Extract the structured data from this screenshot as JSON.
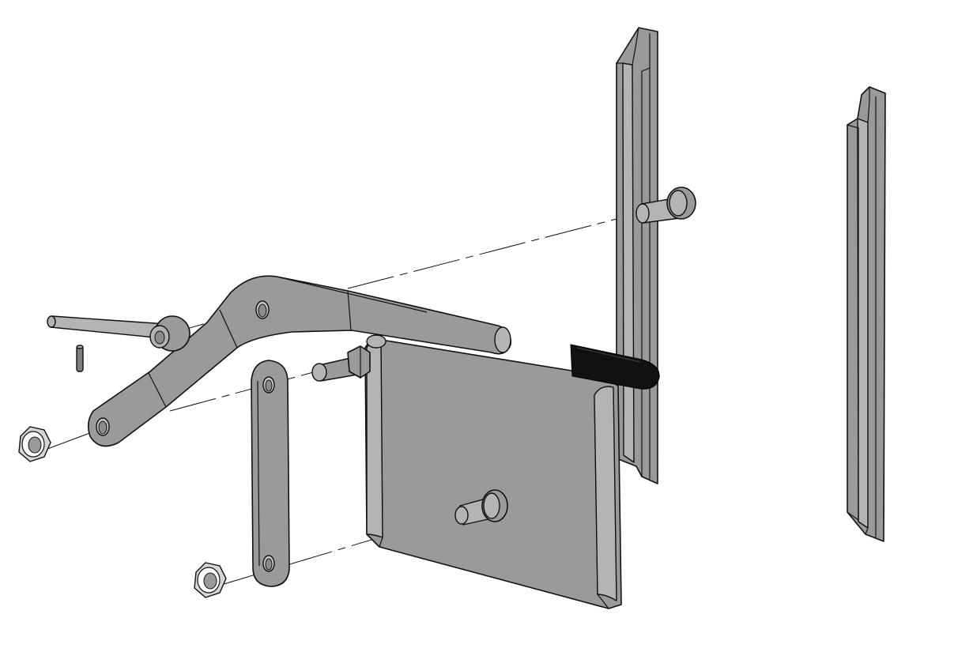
{
  "figure": {
    "type": "exploded-assembly-drawing",
    "colors": {
      "background": "#ffffff",
      "part_fill": "#9a9a9a",
      "part_light": "#b4b4b4",
      "outline": "#111111",
      "grip": "#111111"
    }
  },
  "parts": [
    {
      "name": "lever-arm"
    },
    {
      "name": "axle-pin"
    },
    {
      "name": "roll-pin"
    },
    {
      "name": "lock-nut-upper"
    },
    {
      "name": "lock-nut-lower"
    },
    {
      "name": "link-bar"
    },
    {
      "name": "shoulder-bolt"
    },
    {
      "name": "mounting-plate"
    },
    {
      "name": "plate-stud"
    },
    {
      "name": "grip-handle"
    },
    {
      "name": "guide-rail-front"
    },
    {
      "name": "guide-rail-rear"
    },
    {
      "name": "rail-pin"
    }
  ]
}
